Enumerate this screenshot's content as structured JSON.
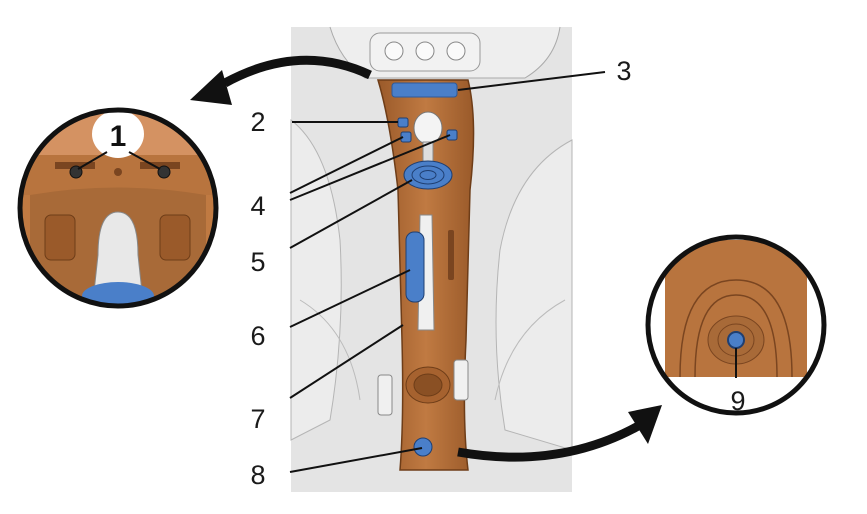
{
  "callouts": [
    {
      "id": "1",
      "label": "1"
    },
    {
      "id": "2",
      "label": "2"
    },
    {
      "id": "3",
      "label": "3"
    },
    {
      "id": "4",
      "label": "4"
    },
    {
      "id": "5",
      "label": "5"
    },
    {
      "id": "6",
      "label": "6"
    },
    {
      "id": "7",
      "label": "7"
    },
    {
      "id": "8",
      "label": "8"
    },
    {
      "id": "9",
      "label": "9"
    }
  ],
  "colors": {
    "console_wood": "#b8743e",
    "console_dark": "#8a5024",
    "highlight_blue": "#4a7fc9",
    "interior_bg": "#e6e6e6",
    "line": "#1a1a1a"
  }
}
